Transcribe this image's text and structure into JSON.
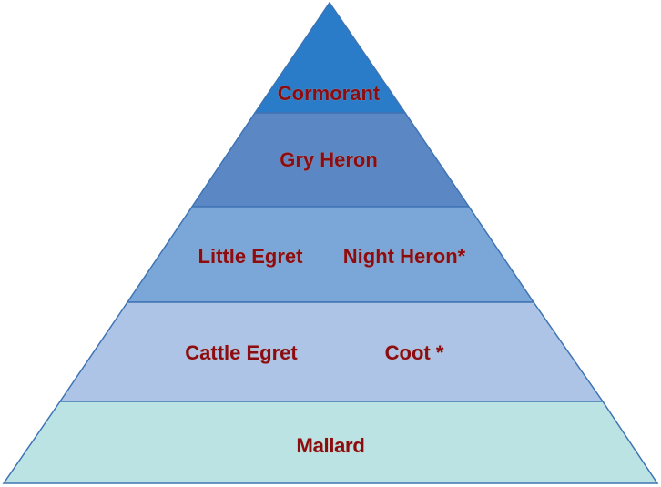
{
  "pyramid": {
    "levels": [
      {
        "name": "level-1-apex",
        "fill": "#2a7bc8",
        "labels": [
          "Cormorant"
        ]
      },
      {
        "name": "level-2",
        "fill": "#5b87c5",
        "labels": [
          "Gry Heron"
        ]
      },
      {
        "name": "level-3",
        "fill": "#7ba6d8",
        "labels": [
          "Little Egret",
          "Night Heron*"
        ]
      },
      {
        "name": "level-4",
        "fill": "#adc4e6",
        "labels": [
          "Cattle Egret",
          "Coot *"
        ]
      },
      {
        "name": "level-5-base",
        "fill": "#bce3e3",
        "labels": [
          "Mallard"
        ]
      }
    ],
    "outline_color": "#3e74b4",
    "label_color": "#8b0c12"
  }
}
